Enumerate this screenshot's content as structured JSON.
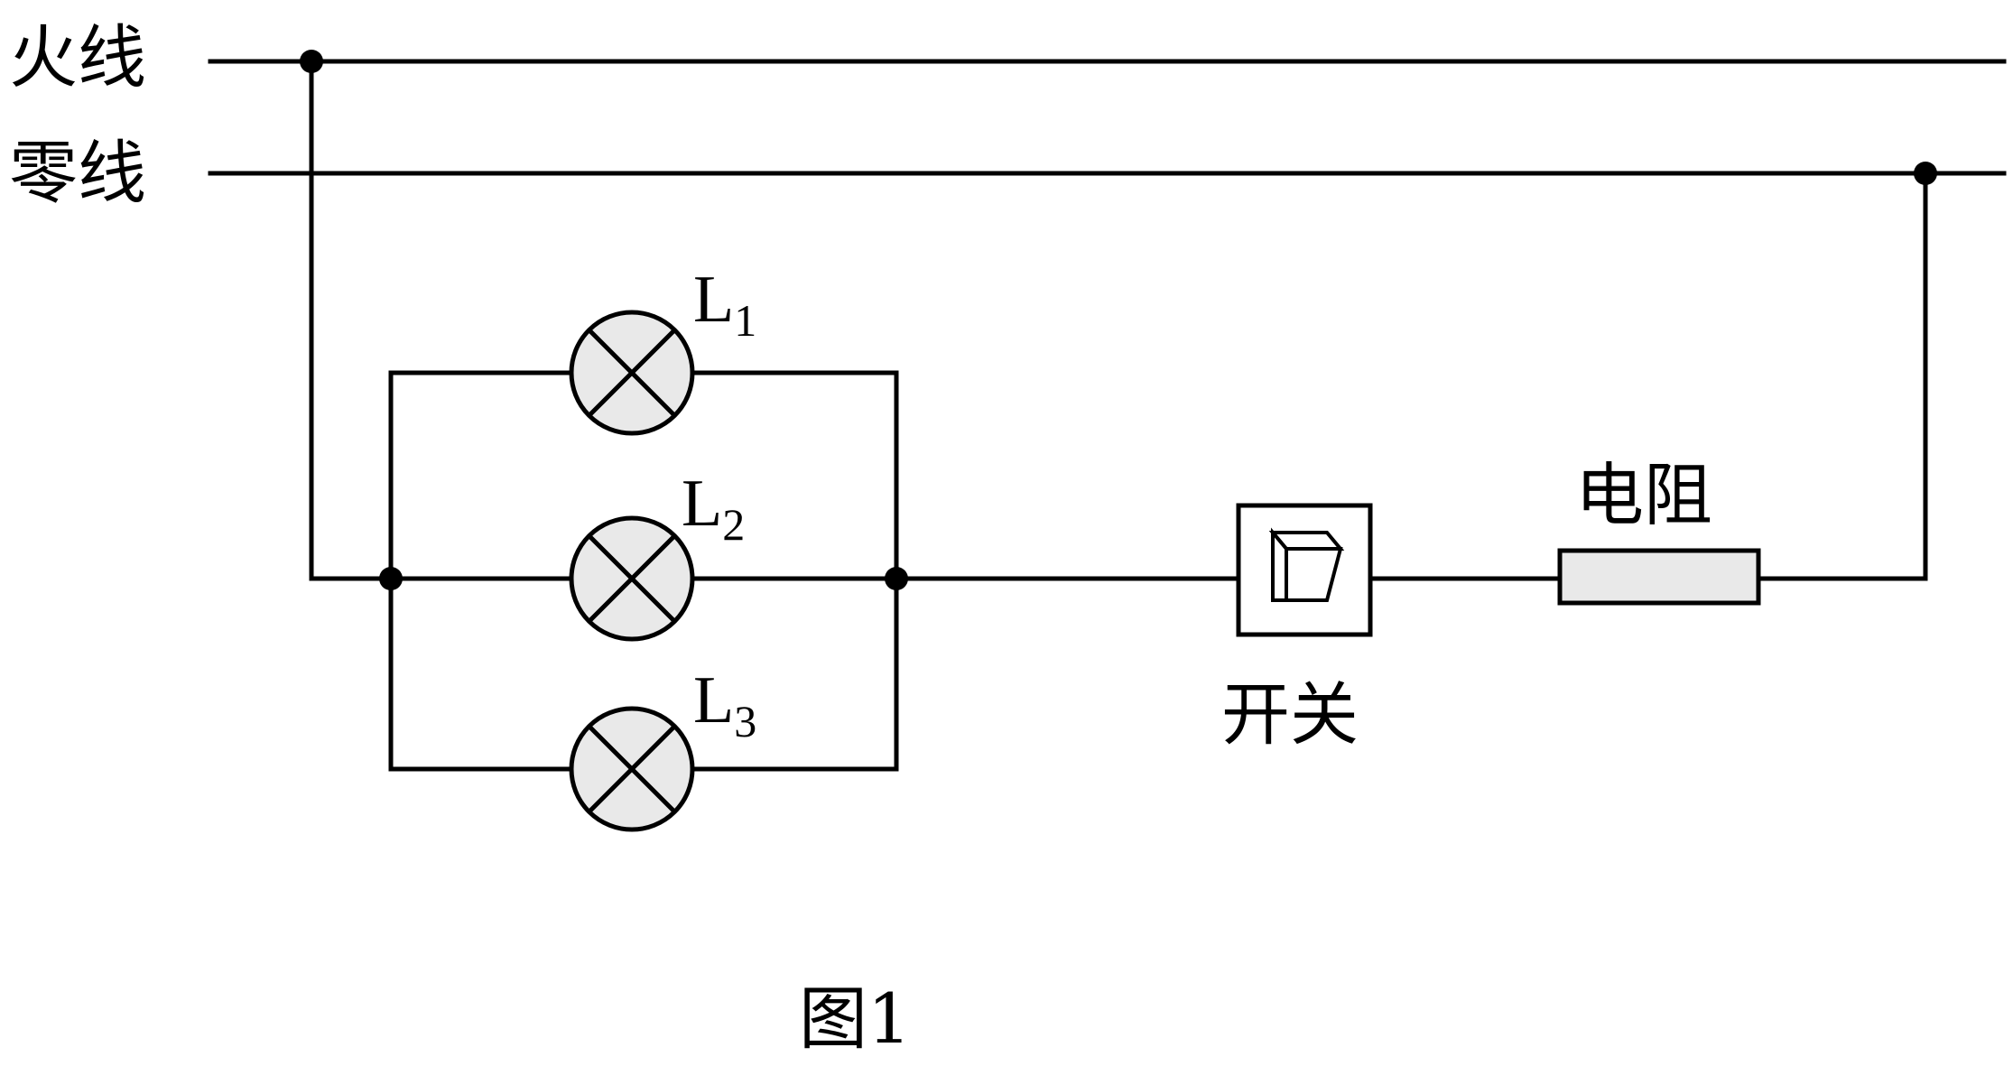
{
  "labels": {
    "live_wire": "火线",
    "neutral_wire": "零线",
    "switch": "开关",
    "resistor": "电阻",
    "figure_caption": "图1"
  },
  "lamps": [
    {
      "letter": "L",
      "sub": "1"
    },
    {
      "letter": "L",
      "sub": "2"
    },
    {
      "letter": "L",
      "sub": "3"
    }
  ],
  "colors": {
    "lamp_fill": "#e9e9e9",
    "resistor_fill": "#e9e9e9",
    "line": "#000000"
  }
}
